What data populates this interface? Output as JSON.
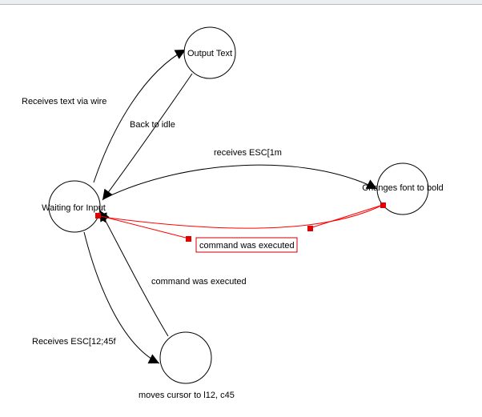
{
  "colors": {
    "edge": "#000000",
    "selected": "#ff0000",
    "handle": "#e00000",
    "node_fill": "#ffffff"
  },
  "nodes": {
    "waiting": "Waiting for Input",
    "output": "Output Text",
    "bold": "Changes font to bold",
    "cursor": ""
  },
  "edges": {
    "receives_text": "Receives text via wire",
    "back_to_idle": "Back to idle",
    "receives_esc1m": "receives ESC[1m",
    "cmd_executed_selected": "command was executed",
    "cmd_executed": "command was executed",
    "receives_esc12": "Receives ESC[12;45f"
  },
  "labels": {
    "cursor_state": "moves cursor to l12, c45"
  }
}
